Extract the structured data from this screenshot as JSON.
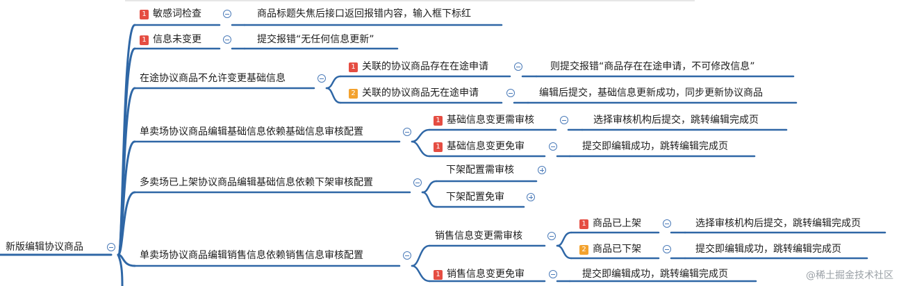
{
  "colors": {
    "line": "#2f67a6",
    "badge_red": "#e54d42",
    "badge_orange": "#f3a22e"
  },
  "mindmap": {
    "root": "新版编辑协议商品",
    "n1": {
      "badge": "1",
      "text": "敏感词检查",
      "leaf": "商品标题失焦后接口返回报错内容，输入框下标红"
    },
    "n2": {
      "badge": "1",
      "text": "信息未变更",
      "leaf": "提交报错“无任何信息更新”"
    },
    "n3": {
      "text": "在途协议商品不允许变更基础信息",
      "c1": {
        "badge": "1",
        "text": "关联的协议商品存在在途申请",
        "leaf": "则提交报错“商品存在在途申请，不可修改信息”"
      },
      "c2": {
        "badge": "2",
        "text": "关联的协议商品无在途申请",
        "leaf": "编辑后提交，基础信息更新成功，同步更新协议商品"
      }
    },
    "n4": {
      "text": "单卖场协议商品编辑基础信息依赖基础信息审核配置",
      "c1": {
        "badge": "1",
        "text": "基础信息变更需审核",
        "leaf": "选择审核机构后提交，跳转编辑完成页"
      },
      "c2": {
        "badge": "1",
        "text": "基础信息变更免审",
        "leaf": "提交即编辑成功，跳转编辑完成页"
      }
    },
    "n5": {
      "text": "多卖场已上架协议商品编辑基础信息依赖下架审核配置",
      "c1": {
        "text": "下架配置需审核"
      },
      "c2": {
        "text": "下架配置免审"
      }
    },
    "n6": {
      "text": "单卖场协议商品编辑销售信息依赖销售信息审核配置",
      "c1": {
        "text": "销售信息变更需审核",
        "g1": {
          "badge": "1",
          "text": "商品已上架",
          "leaf": "选择审核机构后提交，跳转编辑完成页"
        },
        "g2": {
          "badge": "2",
          "text": "商品已下架",
          "leaf": "提交即编辑成功，跳转编辑完成页"
        }
      },
      "c2": {
        "badge": "1",
        "text": "销售信息变更免审",
        "leaf": "提交即编辑成功，跳转编辑完成页"
      }
    }
  },
  "watermark": "@稀土掘金技术社区"
}
